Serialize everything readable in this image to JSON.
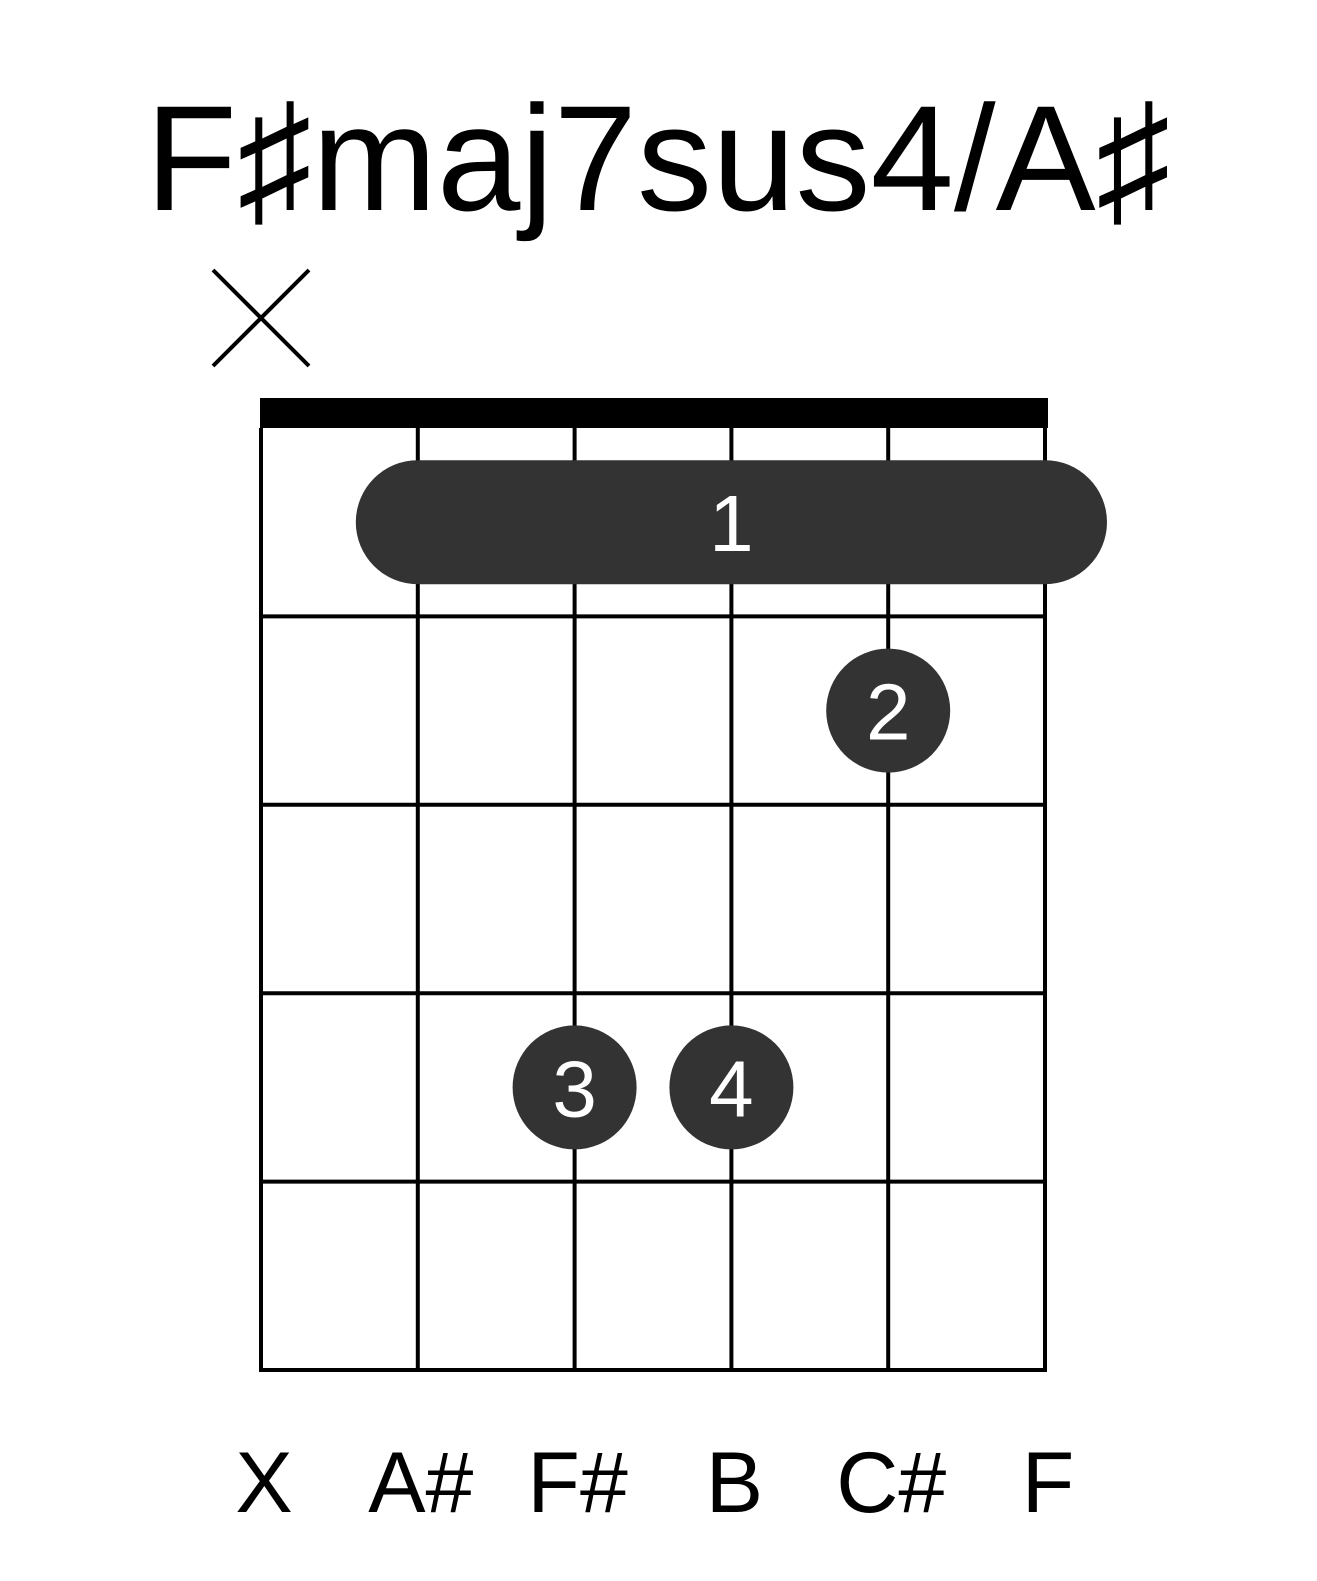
{
  "diagram": {
    "title": "F♯maj7sus4/A♯",
    "string_markers": [
      "X",
      "",
      "",
      "",
      "",
      ""
    ],
    "note_labels": [
      "X",
      "A#",
      "F#",
      "B",
      "C#",
      "F"
    ],
    "num_strings": 6,
    "num_frets": 5,
    "barre": {
      "fret": 1,
      "from_string": 2,
      "to_string": 6,
      "finger": "1"
    },
    "dots": [
      {
        "string": 5,
        "fret": 2,
        "finger": "2"
      },
      {
        "string": 3,
        "fret": 4,
        "finger": "3"
      },
      {
        "string": 4,
        "fret": 4,
        "finger": "4"
      }
    ],
    "colors": {
      "ink": "#000000",
      "dot_fill": "#333333",
      "dot_text": "#ffffff",
      "background": "#ffffff"
    }
  }
}
